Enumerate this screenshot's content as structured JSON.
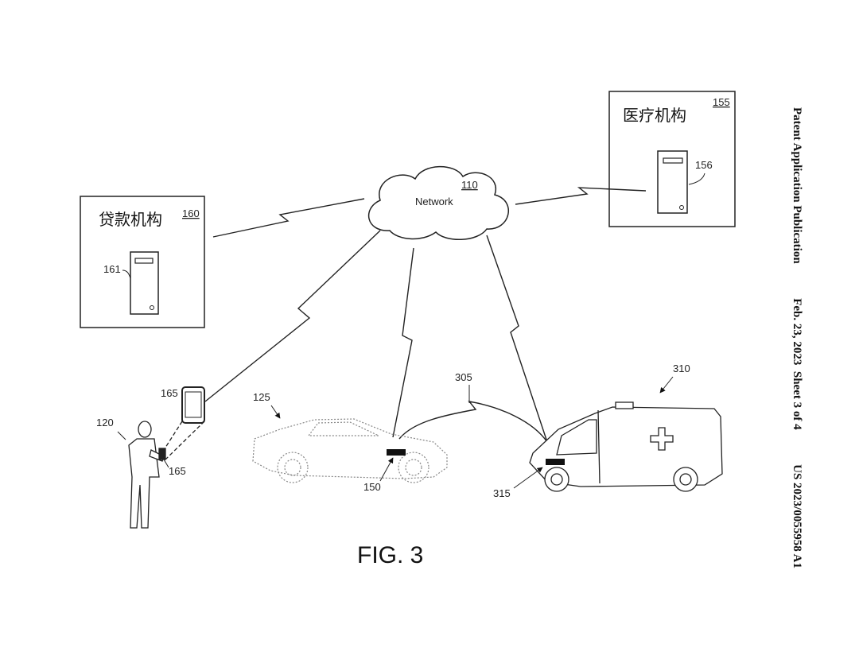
{
  "header": {
    "publication_type": "Patent Application Publication",
    "date_sheet": "Feb. 23, 2023  Sheet 3 of 4",
    "publication_number": "US 2023/0055958 A1"
  },
  "figure": {
    "caption": "FIG. 3",
    "network": {
      "label": "Network",
      "ref": "110"
    },
    "loan_institution": {
      "title": "贷款机构",
      "ref": "160",
      "server_ref": "161"
    },
    "medical_institution": {
      "title": "医疗机构",
      "ref": "155",
      "server_ref": "156"
    },
    "person_ref": "120",
    "phone_ref": "165",
    "phone_hand_ref": "165",
    "car_ref": "125",
    "car_device_ref": "150",
    "v2v_link_ref": "305",
    "ambulance_ref": "310",
    "ambulance_device_ref": "315"
  }
}
